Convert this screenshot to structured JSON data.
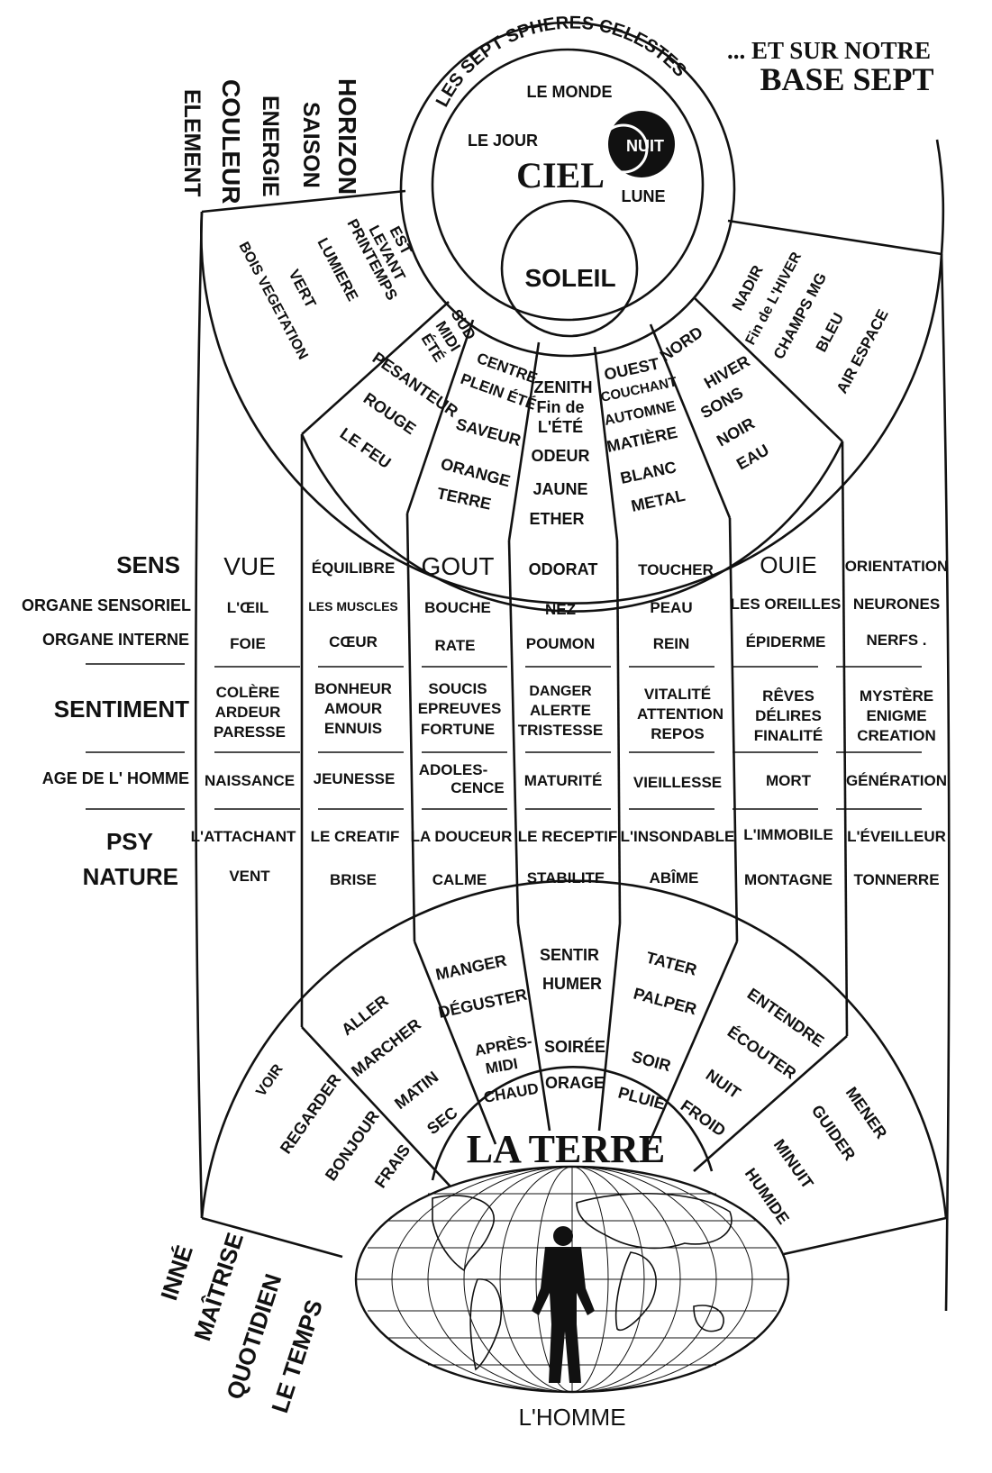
{
  "header": {
    "line1": "... ET SUR NOTRE",
    "line2": "BASE SEPT"
  },
  "top_rotated_labels": [
    "HORIZON",
    "SAISON",
    "ENERGIE",
    "COULEUR",
    "ELEMENT"
  ],
  "sky": {
    "arc_title": "LES SEPT SPHERES CELESTES",
    "le_monde": "LE MONDE",
    "le_jour": "LE JOUR",
    "ciel": "CIEL",
    "nuit": "NUIT",
    "lune": "LUNE",
    "soleil": "SOLEIL"
  },
  "top_sectors": [
    {
      "lines": [
        "EST",
        "LEVANT",
        "PRINTEMPS",
        "LUMIERE",
        "VERT",
        "BOIS VEGETATION"
      ]
    },
    {
      "lines": [
        "SUD",
        "MIDI",
        "ÉTÉ",
        "PESANTEUR",
        "ROUGE",
        "LE FEU"
      ]
    },
    {
      "lines": [
        "CENTRE",
        "PLEIN ÉTÉ",
        "SAVEUR",
        "ORANGE",
        "TERRE"
      ]
    },
    {
      "lines": [
        "ZENITH",
        "Fin de",
        "L'ÉTÉ",
        "ODEUR",
        "JAUNE",
        "ETHER"
      ]
    },
    {
      "lines": [
        "OUEST",
        "COUCHANT",
        "AUTOMNE",
        "MATIÈRE",
        "BLANC",
        "METAL"
      ]
    },
    {
      "lines": [
        "NORD",
        "HIVER",
        "SONS",
        "NOIR",
        "EAU"
      ]
    },
    {
      "lines": [
        "NADIR",
        "Fin de L'HIVER",
        "CHAMPS MG",
        "BLEU",
        "AIR ESPACE"
      ]
    }
  ],
  "table": {
    "row_labels": [
      "SENS",
      "ORGANE SENSORIEL",
      "ORGANE INTERNE",
      "SENTIMENT",
      "AGE DE L' HOMME",
      "PSY",
      "NATURE"
    ],
    "columns": [
      {
        "sens": "VUE",
        "organe_sensoriel": "L'ŒIL",
        "organe_interne": "FOIE",
        "sentiment": [
          "COLÈRE",
          "ARDEUR",
          "PARESSE"
        ],
        "age": "NAISSANCE",
        "psy": "L'ATTACHANT",
        "nature": "VENT"
      },
      {
        "sens": "ÉQUILIBRE",
        "organe_sensoriel": "LES MUSCLES",
        "organe_interne": "CŒUR",
        "sentiment": [
          "BONHEUR",
          "AMOUR",
          "ENNUIS"
        ],
        "age": "JEUNESSE",
        "psy": "LE CREATIF",
        "nature": "BRISE"
      },
      {
        "sens": "GOUT",
        "organe_sensoriel": "BOUCHE",
        "organe_interne": "RATE",
        "sentiment": [
          "SOUCIS",
          "EPREUVES",
          "FORTUNE"
        ],
        "age": [
          "ADOLES-",
          "CENCE"
        ],
        "psy": "LA DOUCEUR",
        "nature": "CALME"
      },
      {
        "sens": "ODORAT",
        "organe_sensoriel": "NEZ",
        "organe_interne": "POUMON",
        "sentiment": [
          "DANGER",
          "ALERTE",
          "TRISTESSE"
        ],
        "age": "MATURITÉ",
        "psy": "LE RECEPTIF",
        "nature": "STABILITE"
      },
      {
        "sens": "TOUCHER",
        "organe_sensoriel": "PEAU",
        "organe_interne": "REIN",
        "sentiment": [
          "VITALITÉ",
          "ATTENTION",
          "REPOS"
        ],
        "age": "VIEILLESSE",
        "psy": "L'INSONDABLE",
        "nature": "ABÎME"
      },
      {
        "sens": "OUIE",
        "organe_sensoriel": "LES OREILLES",
        "organe_interne": "ÉPIDERME",
        "sentiment": [
          "RÊVES",
          "DÉLIRES",
          "FINALITÉ"
        ],
        "age": "MORT",
        "psy": "L'IMMOBILE",
        "nature": "MONTAGNE"
      },
      {
        "sens": "ORIENTATION",
        "organe_sensoriel": "NEURONES",
        "organe_interne": "NERFS .",
        "sentiment": [
          "MYSTÈRE",
          "ENIGME",
          "CREATION"
        ],
        "age": "GÉNÉRATION",
        "psy": "L'ÉVEILLEUR",
        "nature": "TONNERRE"
      }
    ]
  },
  "bottom_sectors": [
    {
      "lines": [
        "VOIR",
        "REGARDER",
        "BONJOUR",
        "FRAIS"
      ]
    },
    {
      "lines": [
        "ALLER",
        "MARCHER",
        "MATIN",
        "SEC"
      ]
    },
    {
      "lines": [
        "MANGER",
        "DÉGUSTER",
        "APRÈS-",
        "MIDI",
        "CHAUD"
      ]
    },
    {
      "lines": [
        "SENTIR",
        "HUMER",
        "SOIRÉE",
        "ORAGE"
      ]
    },
    {
      "lines": [
        "TATER",
        "PALPER",
        "SOIR",
        "PLUIE"
      ]
    },
    {
      "lines": [
        "NUIT",
        "FROID",
        "ENTENDRE",
        "ÉCOUTER"
      ]
    },
    {
      "lines": [
        "MENER",
        "GUIDER",
        "MINUIT",
        "HUMIDE"
      ]
    }
  ],
  "bottom_rotated_labels": [
    "INNÉ",
    "MAÎTRISE",
    "QUOTIDIEN",
    "LE TEMPS"
  ],
  "earth": {
    "title": "LA TERRE",
    "man": "L'HOMME"
  }
}
